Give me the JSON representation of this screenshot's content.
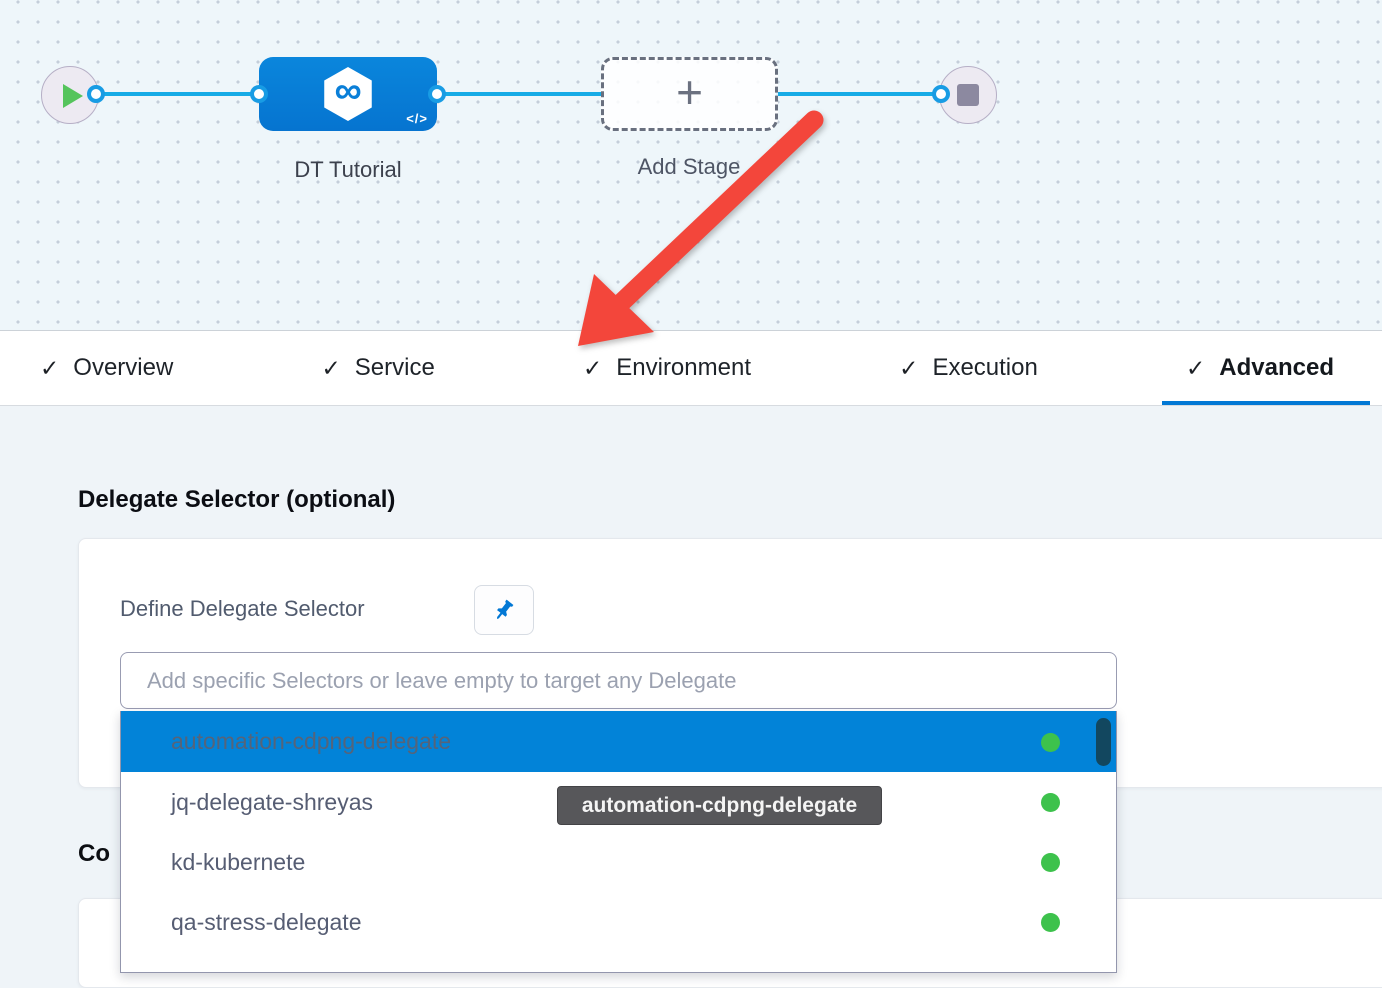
{
  "canvas": {
    "stage_label": "DT Tutorial",
    "add_stage_label": "Add Stage",
    "code_icon_label": "</>",
    "infinity_glyph": "∞",
    "plus_glyph": "+"
  },
  "tabs": [
    {
      "label": "Overview",
      "check": "✓"
    },
    {
      "label": "Service",
      "check": "✓"
    },
    {
      "label": "Environment",
      "check": "✓"
    },
    {
      "label": "Execution",
      "check": "✓"
    },
    {
      "label": "Advanced",
      "check": "✓",
      "active": true
    }
  ],
  "advanced_tab": {
    "section_title": "Delegate Selector (optional)",
    "field_label": "Define Delegate Selector",
    "input_placeholder": "Add specific Selectors or leave empty to target any Delegate",
    "partial_heading": "Co",
    "tooltip": "automation-cdpng-delegate",
    "dropdown_options": [
      {
        "name": "automation-cdpng-delegate",
        "highlighted": true,
        "status": "connected"
      },
      {
        "name": "jq-delegate-shreyas",
        "status": "connected"
      },
      {
        "name": "kd-kubernete",
        "status": "connected"
      },
      {
        "name": "qa-stress-delegate",
        "status": "connected"
      }
    ]
  },
  "colors": {
    "accent_blue": "#0278d5",
    "highlight_row_blue": "#0283d8",
    "edge_cyan": "#16abe6",
    "node_blue": "#0781d9",
    "status_green": "#3dc24c",
    "arrow_red": "#f3463b",
    "tooltip_bg": "#57575a"
  }
}
